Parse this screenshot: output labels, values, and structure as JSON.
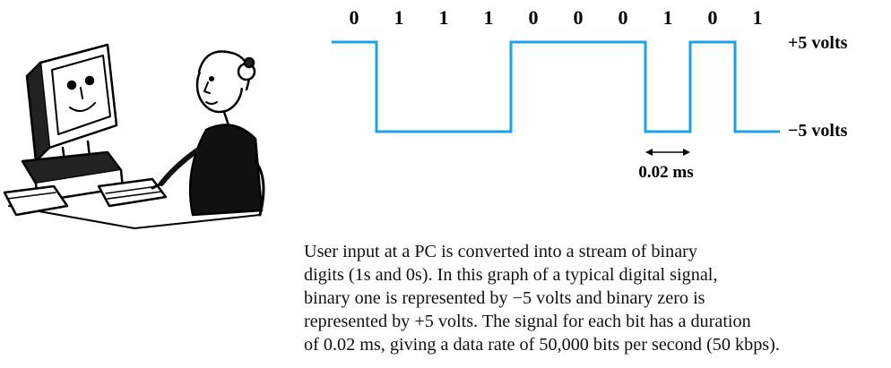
{
  "diagram": {
    "bits": [
      "0",
      "1",
      "1",
      "1",
      "0",
      "0",
      "0",
      "1",
      "0",
      "1"
    ],
    "high_label": "+5 volts",
    "low_label": "−5 volts",
    "duration_label": "0.02 ms",
    "line_color": "#1aa3e8"
  },
  "illustration": {
    "icon": "person-at-computer-icon"
  },
  "caption": {
    "lines": [
      "User input at a PC is converted into a stream of binary",
      "digits (1s and 0s). In this graph of a typical digital signal,",
      "binary one is represented by −5 volts and binary zero is",
      "represented by +5 volts. The signal for each bit has a duration",
      "of 0.02 ms, giving a data rate of 50,000 bits per second (50 kbps)."
    ]
  }
}
